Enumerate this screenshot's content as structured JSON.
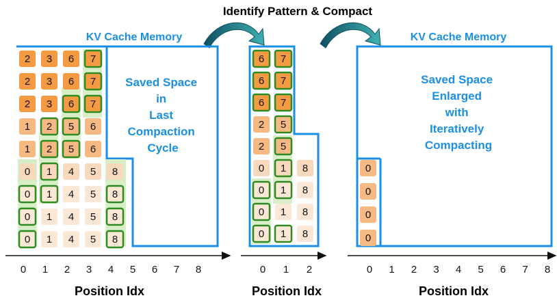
{
  "header": {
    "title": "Identify Pattern & Compact"
  },
  "colors": {
    "accent_blue": "#1a8fe3",
    "outline_green": "#2e8b1f",
    "highlight_green": "#d8eec7",
    "cell_dark": "#f39a43",
    "cell_mid": "#f6b984",
    "cell_light": "#f9d9bd",
    "cell_pale": "#fbe7d6",
    "arrow_teal": "#1f7a8c"
  },
  "panels": [
    {
      "memory_label": "KV Cache Memory",
      "saved_space_lines": [
        "Saved Space",
        "in",
        "Last",
        "Compaction",
        "Cycle"
      ],
      "axis_ticks": [
        "0",
        "1",
        "2",
        "3",
        "4",
        "5",
        "6",
        "7",
        "8"
      ],
      "axis_label": "Position Idx",
      "rows": [
        [
          "2",
          "3",
          "6",
          "7"
        ],
        [
          "2",
          "3",
          "6",
          "7"
        ],
        [
          "2",
          "3",
          "6",
          "7"
        ],
        [
          "1",
          "2",
          "5",
          "6"
        ],
        [
          "1",
          "2",
          "5",
          "6"
        ],
        [
          "0",
          "1",
          "4",
          "5",
          "8"
        ],
        [
          "0",
          "1",
          "4",
          "5",
          "8"
        ],
        [
          "0",
          "1",
          "4",
          "5",
          "8"
        ],
        [
          "0",
          "1",
          "4",
          "5",
          "8"
        ]
      ]
    },
    {
      "memory_label": "",
      "saved_space_lines": [],
      "axis_ticks": [
        "0",
        "1",
        "2"
      ],
      "axis_label": "Position Idx",
      "rows": [
        [
          "6",
          "7"
        ],
        [
          "6",
          "7"
        ],
        [
          "6",
          "7"
        ],
        [
          "2",
          "5"
        ],
        [
          "2",
          "5"
        ],
        [
          "0",
          "1",
          "8"
        ],
        [
          "0",
          "1",
          "8"
        ],
        [
          "0",
          "1",
          "8"
        ],
        [
          "0",
          "1",
          "8"
        ]
      ]
    },
    {
      "memory_label": "KV Cache Memory",
      "saved_space_lines": [
        "Saved Space",
        "Enlarged",
        "with",
        "Iteratively",
        "Compacting"
      ],
      "axis_ticks": [
        "0",
        "1",
        "2",
        "3",
        "4",
        "5",
        "6",
        "7",
        "8"
      ],
      "axis_label": "Position Idx",
      "rows": [
        [
          "0"
        ],
        [
          "0"
        ],
        [
          "0"
        ],
        [
          "0"
        ]
      ]
    }
  ]
}
